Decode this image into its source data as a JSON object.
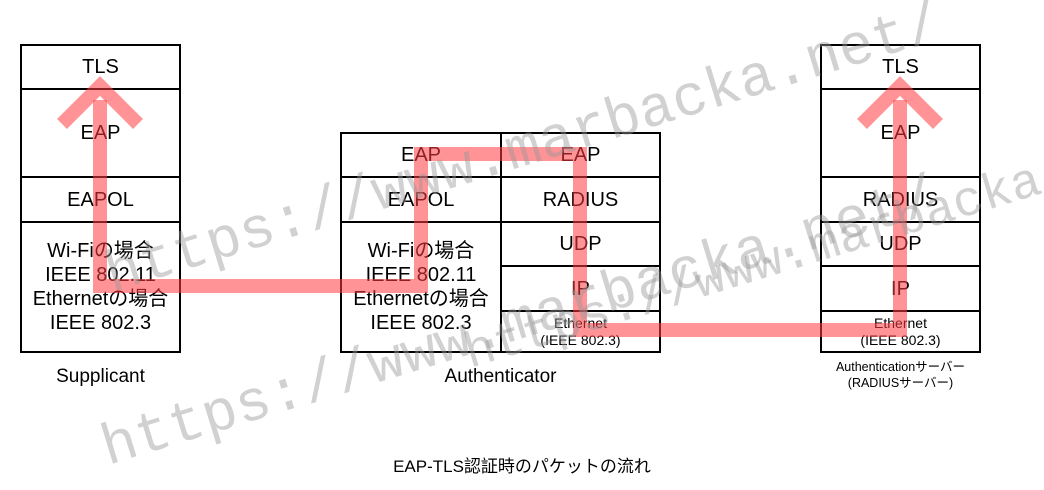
{
  "supplicant": {
    "layers": {
      "tls": "TLS",
      "eap": "EAP",
      "eapol": "EAPOL",
      "phy": [
        "Wi-Fiの場合",
        "IEEE 802.11",
        "Ethernetの場合",
        "IEEE 802.3"
      ]
    },
    "label": "Supplicant"
  },
  "authenticator": {
    "left": {
      "eap": "EAP",
      "eapol": "EAPOL",
      "phy": [
        "Wi-Fiの場合",
        "IEEE 802.11",
        "Ethernetの場合",
        "IEEE 802.3"
      ]
    },
    "right": {
      "eap": "EAP",
      "radius": "RADIUS",
      "udp": "UDP",
      "ip": "IP",
      "ethernet": [
        "Ethernet",
        "(IEEE 802.3)"
      ]
    },
    "label": "Authenticator"
  },
  "server": {
    "layers": {
      "tls": "TLS",
      "eap": "EAP",
      "radius": "RADIUS",
      "udp": "UDP",
      "ip": "IP",
      "ethernet": [
        "Ethernet",
        "(IEEE 802.3)"
      ]
    },
    "label": [
      "Authenticationサーバー",
      "(RADIUSサーバー)"
    ]
  },
  "caption": "EAP-TLS認証時のパケットの流れ",
  "watermark": [
    "https://www.marbacka.net/",
    "https://www.marbacka.net/",
    "https://www.marbacka.net/"
  ],
  "colors": {
    "arrow": "#ff6f72",
    "watermark": "#9a9a9a",
    "border": "#000000"
  }
}
